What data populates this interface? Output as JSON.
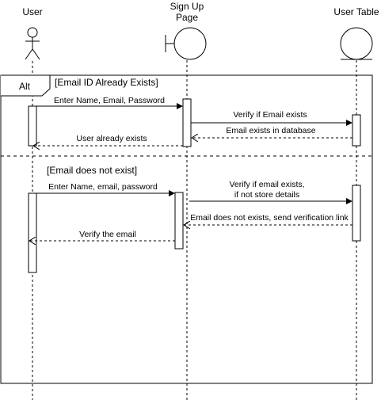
{
  "actors": {
    "user": "User",
    "signup_line1": "Sign Up",
    "signup_line2": "Page",
    "user_table": "User Table"
  },
  "fragment": {
    "operator": "Alt",
    "guard1": "[Email ID Already Exists]",
    "guard2": "[Email does not exist]"
  },
  "messages": {
    "m1": "Enter Name, Email, Password",
    "m2": "Verify if Email exists",
    "m3": "Email exists in database",
    "m4": "User already exists",
    "m5": "Enter Name, email, password",
    "m6_line1": "Verify if email exists,",
    "m6_line2": "if not store details",
    "m7": "Email does not exists, send verification link",
    "m8": "Verify the email"
  }
}
